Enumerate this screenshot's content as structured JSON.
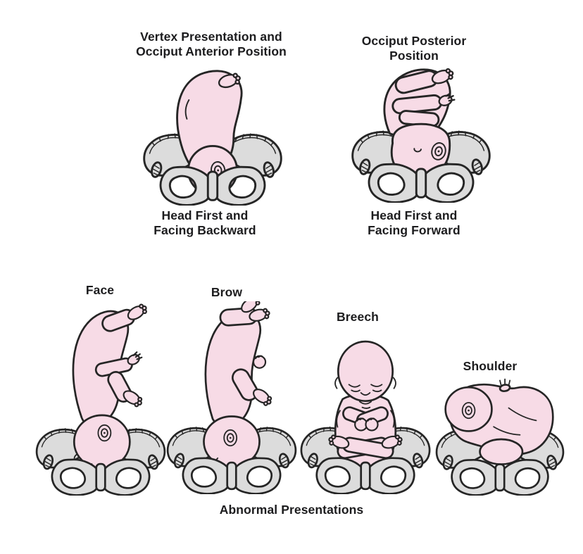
{
  "colors": {
    "background": "#ffffff",
    "fetus_skin": "#f7dbe6",
    "bone": "#dcdcdc",
    "outline": "#252525",
    "text": "#1c1c1e"
  },
  "figures": {
    "vertex_oa": {
      "title_line1": "Vertex Presentation and",
      "title_line2": "Occiput Anterior Position",
      "caption_line1": "Head First and",
      "caption_line2": "Facing Backward"
    },
    "occiput_posterior": {
      "title_line1": "Occiput Posterior",
      "title_line2": "Position",
      "caption_line1": "Head First and",
      "caption_line2": "Facing Forward"
    },
    "face": {
      "label": "Face"
    },
    "brow": {
      "label": "Brow"
    },
    "breech": {
      "label": "Breech"
    },
    "shoulder": {
      "label": "Shoulder"
    }
  },
  "footer": {
    "caption": "Abnormal Presentations"
  }
}
